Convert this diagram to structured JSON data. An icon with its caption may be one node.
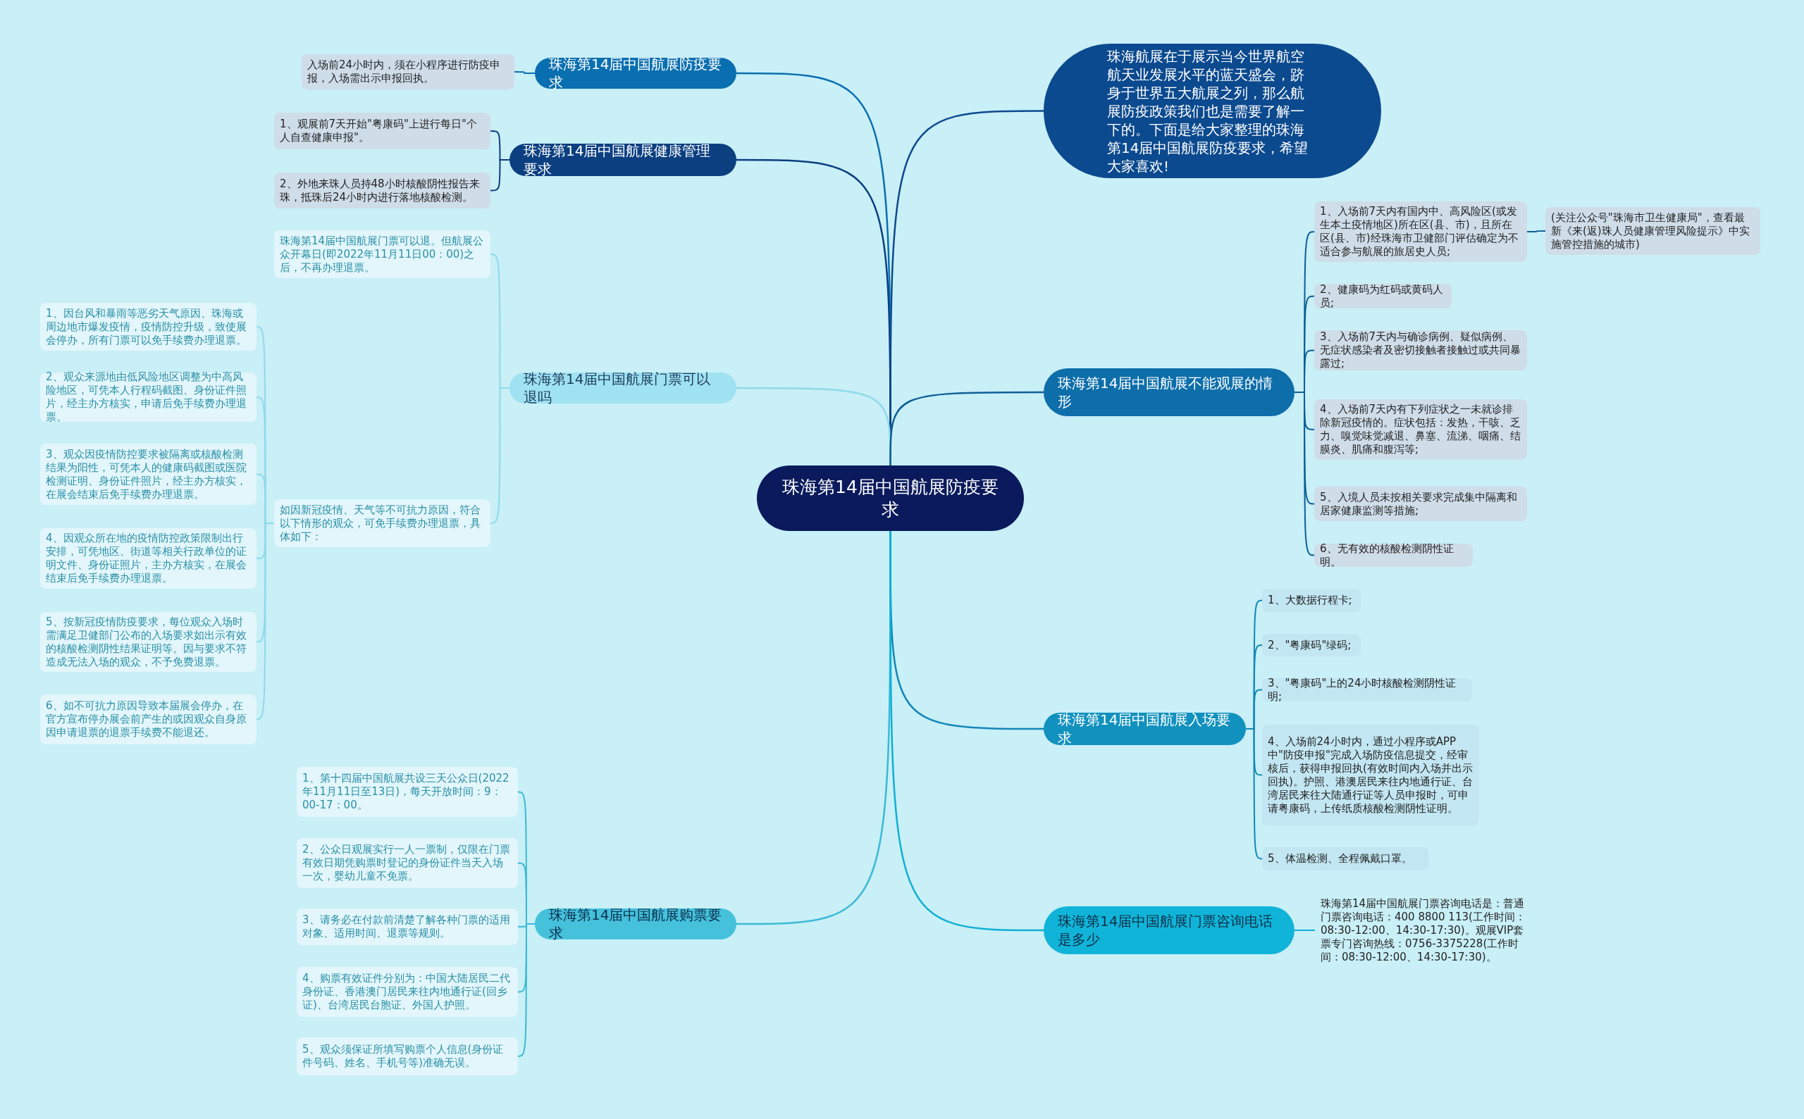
{
  "diagram": {
    "nodes": [
      {
        "text": [
          "珠海第14届中国航展防疫要求"
        ]
      },
      {
        "text": [
          "珠海航展在于展示当今世界航空航天业发展水平的蓝天盛会，跻身于世界五大航展之列，那么航展防疫政策我们也是需要了解一下的。下面是给大家整理的珠海第14届中国航展防疫要求，希望大家喜欢!"
        ]
      },
      {
        "text": [
          "珠海第14届中国航展防疫要求"
        ]
      },
      {
        "text": [
          "入场前24小时内，须在小程序进行防疫申报，入场需出示申报回执。"
        ]
      },
      {
        "text": [
          "珠海第14届中国航展健康管理要求"
        ]
      },
      {
        "text": [
          "1、观展前7天开始\"粤康码\"上进行每日\"个人自查健康申报\"。"
        ]
      },
      {
        "text": [
          "2、外地来珠人员持48小时核酸阴性报告来珠，抵珠后24小时内进行落地核酸检测。"
        ]
      },
      {
        "text": [
          "珠海第14届中国航展门票可以退吗"
        ]
      },
      {
        "text": [
          "珠海第14届中国航展门票可以退。但航展公众开幕日(即2022年11月11日00：00)之后，不再办理退票。"
        ]
      },
      {
        "text": [
          "如因新冠疫情、天气等不可抗力原因，符合以下情形的观众，可免手续费办理退票，具体如下："
        ]
      },
      {
        "text": [
          "1、因台风和暴雨等恶劣天气原因、珠海或周边地市爆发疫情，疫情防控升级，致使展会停办，所有门票可以免手续费办理退票。"
        ]
      },
      {
        "text": [
          "2、观众来源地由低风险地区调整为中高风险地区，可凭本人行程码截图、身份证件照片，经主办方核实，申请后免手续费办理退票。"
        ]
      },
      {
        "text": [
          "3、观众因疫情防控要求被隔离或核酸检测结果为阳性，可凭本人的健康码截图或医院检测证明、身份证件照片，经主办方核实，在展会结束后免手续费办理退票。"
        ]
      },
      {
        "text": [
          "4、因观众所在地的疫情防控政策限制出行安排，可凭地区、街道等相关行政单位的证明文件、身份证照片，主办方核实，在展会结束后免手续费办理退票。"
        ]
      },
      {
        "text": [
          "5、按新冠疫情防疫要求，每位观众入场时需满足卫健部门公布的入场要求如出示有效的核酸检测阴性结果证明等。因与要求不符造成无法入场的观众，不予免费退票。"
        ]
      },
      {
        "text": [
          "6、如不可抗力原因导致本届展会停办，在官方宣布停办展会前产生的或因观众自身原因申请退票的退票手续费不能退还。"
        ]
      },
      {
        "text": [
          "珠海第14届中国航展购票要求"
        ]
      },
      {
        "text": [
          "1、第十四届中国航展共设三天公众日(2022年11月11日至13日)，每天开放时间：9：00-17：00。"
        ]
      },
      {
        "text": [
          "2、公众日观展实行一人一票制，仅限在门票有效日期凭购票时登记的身份证件当天入场一次，婴幼儿童不免票。"
        ]
      },
      {
        "text": [
          "3、请务必在付款前清楚了解各种门票的适用对象、适用时间、退票等规则。"
        ]
      },
      {
        "text": [
          "4、购票有效证件分别为：中国大陆居民二代身份证、香港澳门居民来往内地通行证(回乡证)、台湾居民台胞证、外国人护照。"
        ]
      },
      {
        "text": [
          "5、观众须保证所填写购票个人信息(身份证件号码、姓名、手机号等)准确无误。"
        ]
      },
      {
        "text": [
          "珠海第14届中国航展不能观展的情形"
        ]
      },
      {
        "text": [
          "1、入场前7天内有国内中、高风险区(或发生本土疫情地区)所在区(县、市)，且所在区(县、市)经珠海市卫健部门评估确定为不适合参与航展的旅居史人员;"
        ]
      },
      {
        "text": [
          "2、健康码为红码或黄码人员;"
        ]
      },
      {
        "text": [
          "3、入场前7天内与确诊病例、疑似病例、无症状感染者及密切接触者接触过或共同暴露过;"
        ]
      },
      {
        "text": [
          "4、入场前7天内有下列症状之一未就诊排除新冠疫情的。症状包括：发热，干咳、乏力、嗅觉味觉减退、鼻塞、流涕、咽痛、结膜炎、肌痛和腹泻等;"
        ]
      },
      {
        "text": [
          "5、入境人员未按相关要求完成集中隔离和居家健康监测等措施;"
        ]
      },
      {
        "text": [
          "6、无有效的核酸检测阴性证明。"
        ]
      },
      {
        "text": [
          "(关注公众号\"珠海市卫生健康局\"，查看最新《来(返)珠人员健康管理风险提示》中实施管控措施的城市)"
        ]
      },
      {
        "text": [
          "珠海第14届中国航展入场要求"
        ]
      },
      {
        "text": [
          "1、大数据行程卡;"
        ]
      },
      {
        "text": [
          "2、\"粤康码\"绿码;"
        ]
      },
      {
        "text": [
          "3、\"粤康码\"上的24小时核酸检测阴性证明;"
        ]
      },
      {
        "text": [
          "4、入场前24小时内，通过小程序或APP中\"防疫申报\"完成入场防疫信息提交，经审核后，获得申报回执(有效时间内入场并出示回执)。护照、港澳居民来往内地通行证、台湾居民来往大陆通行证等人员申报时，可申请粤康码，上传纸质核酸检测阴性证明。"
        ]
      },
      {
        "text": [
          "5、体温检测、全程佩戴口罩。"
        ]
      },
      {
        "text": [
          "珠海第14届中国航展门票咨询电话是多少"
        ]
      },
      {
        "text": [
          "珠海第14届中国航展门票咨询电话是：普通门票咨询电话：400 8800 113(工作时间：08:30-12:00、14:30-17:30)。观展VIP套票专门咨询热线：0756-3375228(工作时间：08:30-12:00、14:30-17:30)。"
        ]
      }
    ],
    "edges": [
      {
        "from": 0,
        "to": 1,
        "arrow": "none",
        "color": "#0c4a8f"
      },
      {
        "from": 0,
        "to": 2,
        "arrow": "none",
        "color": "#0a6fb0"
      },
      {
        "from": 2,
        "to": 3,
        "arrow": "none",
        "color": "#0a6fb0"
      },
      {
        "from": 0,
        "to": 4,
        "arrow": "none",
        "color": "#0b3f80"
      },
      {
        "from": 4,
        "to": 5,
        "arrow": "none",
        "color": "#0b3f80"
      },
      {
        "from": 4,
        "to": 6,
        "arrow": "none",
        "color": "#0b3f80"
      },
      {
        "from": 0,
        "to": 7,
        "arrow": "none",
        "color": "#8fd9ea"
      },
      {
        "from": 7,
        "to": 8,
        "arrow": "none",
        "color": "#8fd9ea"
      },
      {
        "from": 7,
        "to": 9,
        "arrow": "none",
        "color": "#8fd9ea"
      },
      {
        "from": 9,
        "to": 10,
        "arrow": "none",
        "color": "#8fd9ea"
      },
      {
        "from": 9,
        "to": 11,
        "arrow": "none",
        "color": "#8fd9ea"
      },
      {
        "from": 9,
        "to": 12,
        "arrow": "none",
        "color": "#8fd9ea"
      },
      {
        "from": 9,
        "to": 13,
        "arrow": "none",
        "color": "#8fd9ea"
      },
      {
        "from": 9,
        "to": 14,
        "arrow": "none",
        "color": "#8fd9ea"
      },
      {
        "from": 9,
        "to": 15,
        "arrow": "none",
        "color": "#8fd9ea"
      },
      {
        "from": 0,
        "to": 16,
        "arrow": "none",
        "color": "#3bbad6"
      },
      {
        "from": 16,
        "to": 17,
        "arrow": "none",
        "color": "#3bbad6"
      },
      {
        "from": 16,
        "to": 18,
        "arrow": "none",
        "color": "#3bbad6"
      },
      {
        "from": 16,
        "to": 19,
        "arrow": "none",
        "color": "#3bbad6"
      },
      {
        "from": 16,
        "to": 20,
        "arrow": "none",
        "color": "#3bbad6"
      },
      {
        "from": 16,
        "to": 21,
        "arrow": "none",
        "color": "#3bbad6"
      },
      {
        "from": 0,
        "to": 22,
        "arrow": "none",
        "color": "#0d5f96"
      },
      {
        "from": 22,
        "to": 23,
        "arrow": "none",
        "color": "#0d5f96"
      },
      {
        "from": 22,
        "to": 24,
        "arrow": "none",
        "color": "#0d5f96"
      },
      {
        "from": 22,
        "to": 25,
        "arrow": "none",
        "color": "#0d5f96"
      },
      {
        "from": 22,
        "to": 26,
        "arrow": "none",
        "color": "#0d5f96"
      },
      {
        "from": 22,
        "to": 27,
        "arrow": "none",
        "color": "#0d5f96"
      },
      {
        "from": 22,
        "to": 28,
        "arrow": "none",
        "color": "#0d5f96"
      },
      {
        "from": 23,
        "to": 29,
        "arrow": "none",
        "color": "#0d5f96"
      },
      {
        "from": 0,
        "to": 30,
        "arrow": "none",
        "color": "#1288b8"
      },
      {
        "from": 30,
        "to": 31,
        "arrow": "none",
        "color": "#1288b8"
      },
      {
        "from": 30,
        "to": 32,
        "arrow": "none",
        "color": "#1288b8"
      },
      {
        "from": 30,
        "to": 33,
        "arrow": "none",
        "color": "#1288b8"
      },
      {
        "from": 30,
        "to": 34,
        "arrow": "none",
        "color": "#1288b8"
      },
      {
        "from": 30,
        "to": 35,
        "arrow": "none",
        "color": "#1288b8"
      },
      {
        "from": 0,
        "to": 36,
        "arrow": "none",
        "color": "#0fb0d4"
      },
      {
        "from": 36,
        "to": 37,
        "arrow": "none",
        "color": "#0fb0d4"
      }
    ]
  }
}
